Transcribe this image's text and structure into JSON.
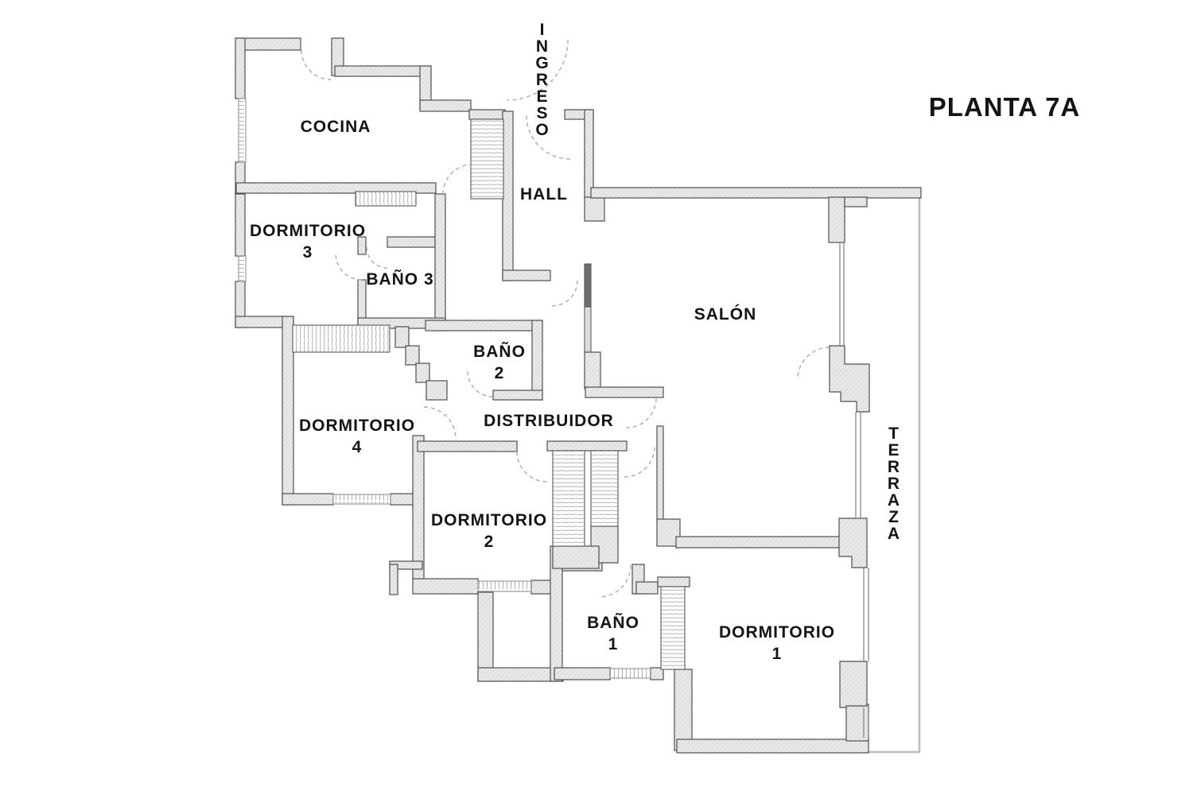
{
  "title": "PLANTA 7A",
  "colors": {
    "wall-fill": "#e9e9e9",
    "wall-hatch": "#d6d6d6",
    "wall-line": "#4f4f4f",
    "door-arc": "#ababab",
    "glass-line": "#7f7f7f",
    "label-color": "#141414",
    "terrace-line": "#bcbcbc",
    "dark-wall": "#6e6e6e",
    "background": "#ffffff"
  },
  "rooms": {
    "ingreso": {
      "label": "INGRESO"
    },
    "cocina": {
      "label": "COCINA"
    },
    "hall": {
      "label": "HALL"
    },
    "dormitorio3": {
      "label": "DORMITORIO",
      "number": "3"
    },
    "bano3": {
      "label": "BAÑO 3"
    },
    "bano2": {
      "label": "BAÑO",
      "number": "2"
    },
    "salon": {
      "label": "SALÓN"
    },
    "dormitorio4": {
      "label": "DORMITORIO",
      "number": "4"
    },
    "distribuidor": {
      "label": "DISTRIBUIDOR"
    },
    "dormitorio2": {
      "label": "DORMITORIO",
      "number": "2"
    },
    "bano1": {
      "label": "BAÑO",
      "number": "1"
    },
    "dormitorio1": {
      "label": "DORMITORIO",
      "number": "1"
    },
    "terraza": {
      "label": "TERRAZA"
    }
  }
}
